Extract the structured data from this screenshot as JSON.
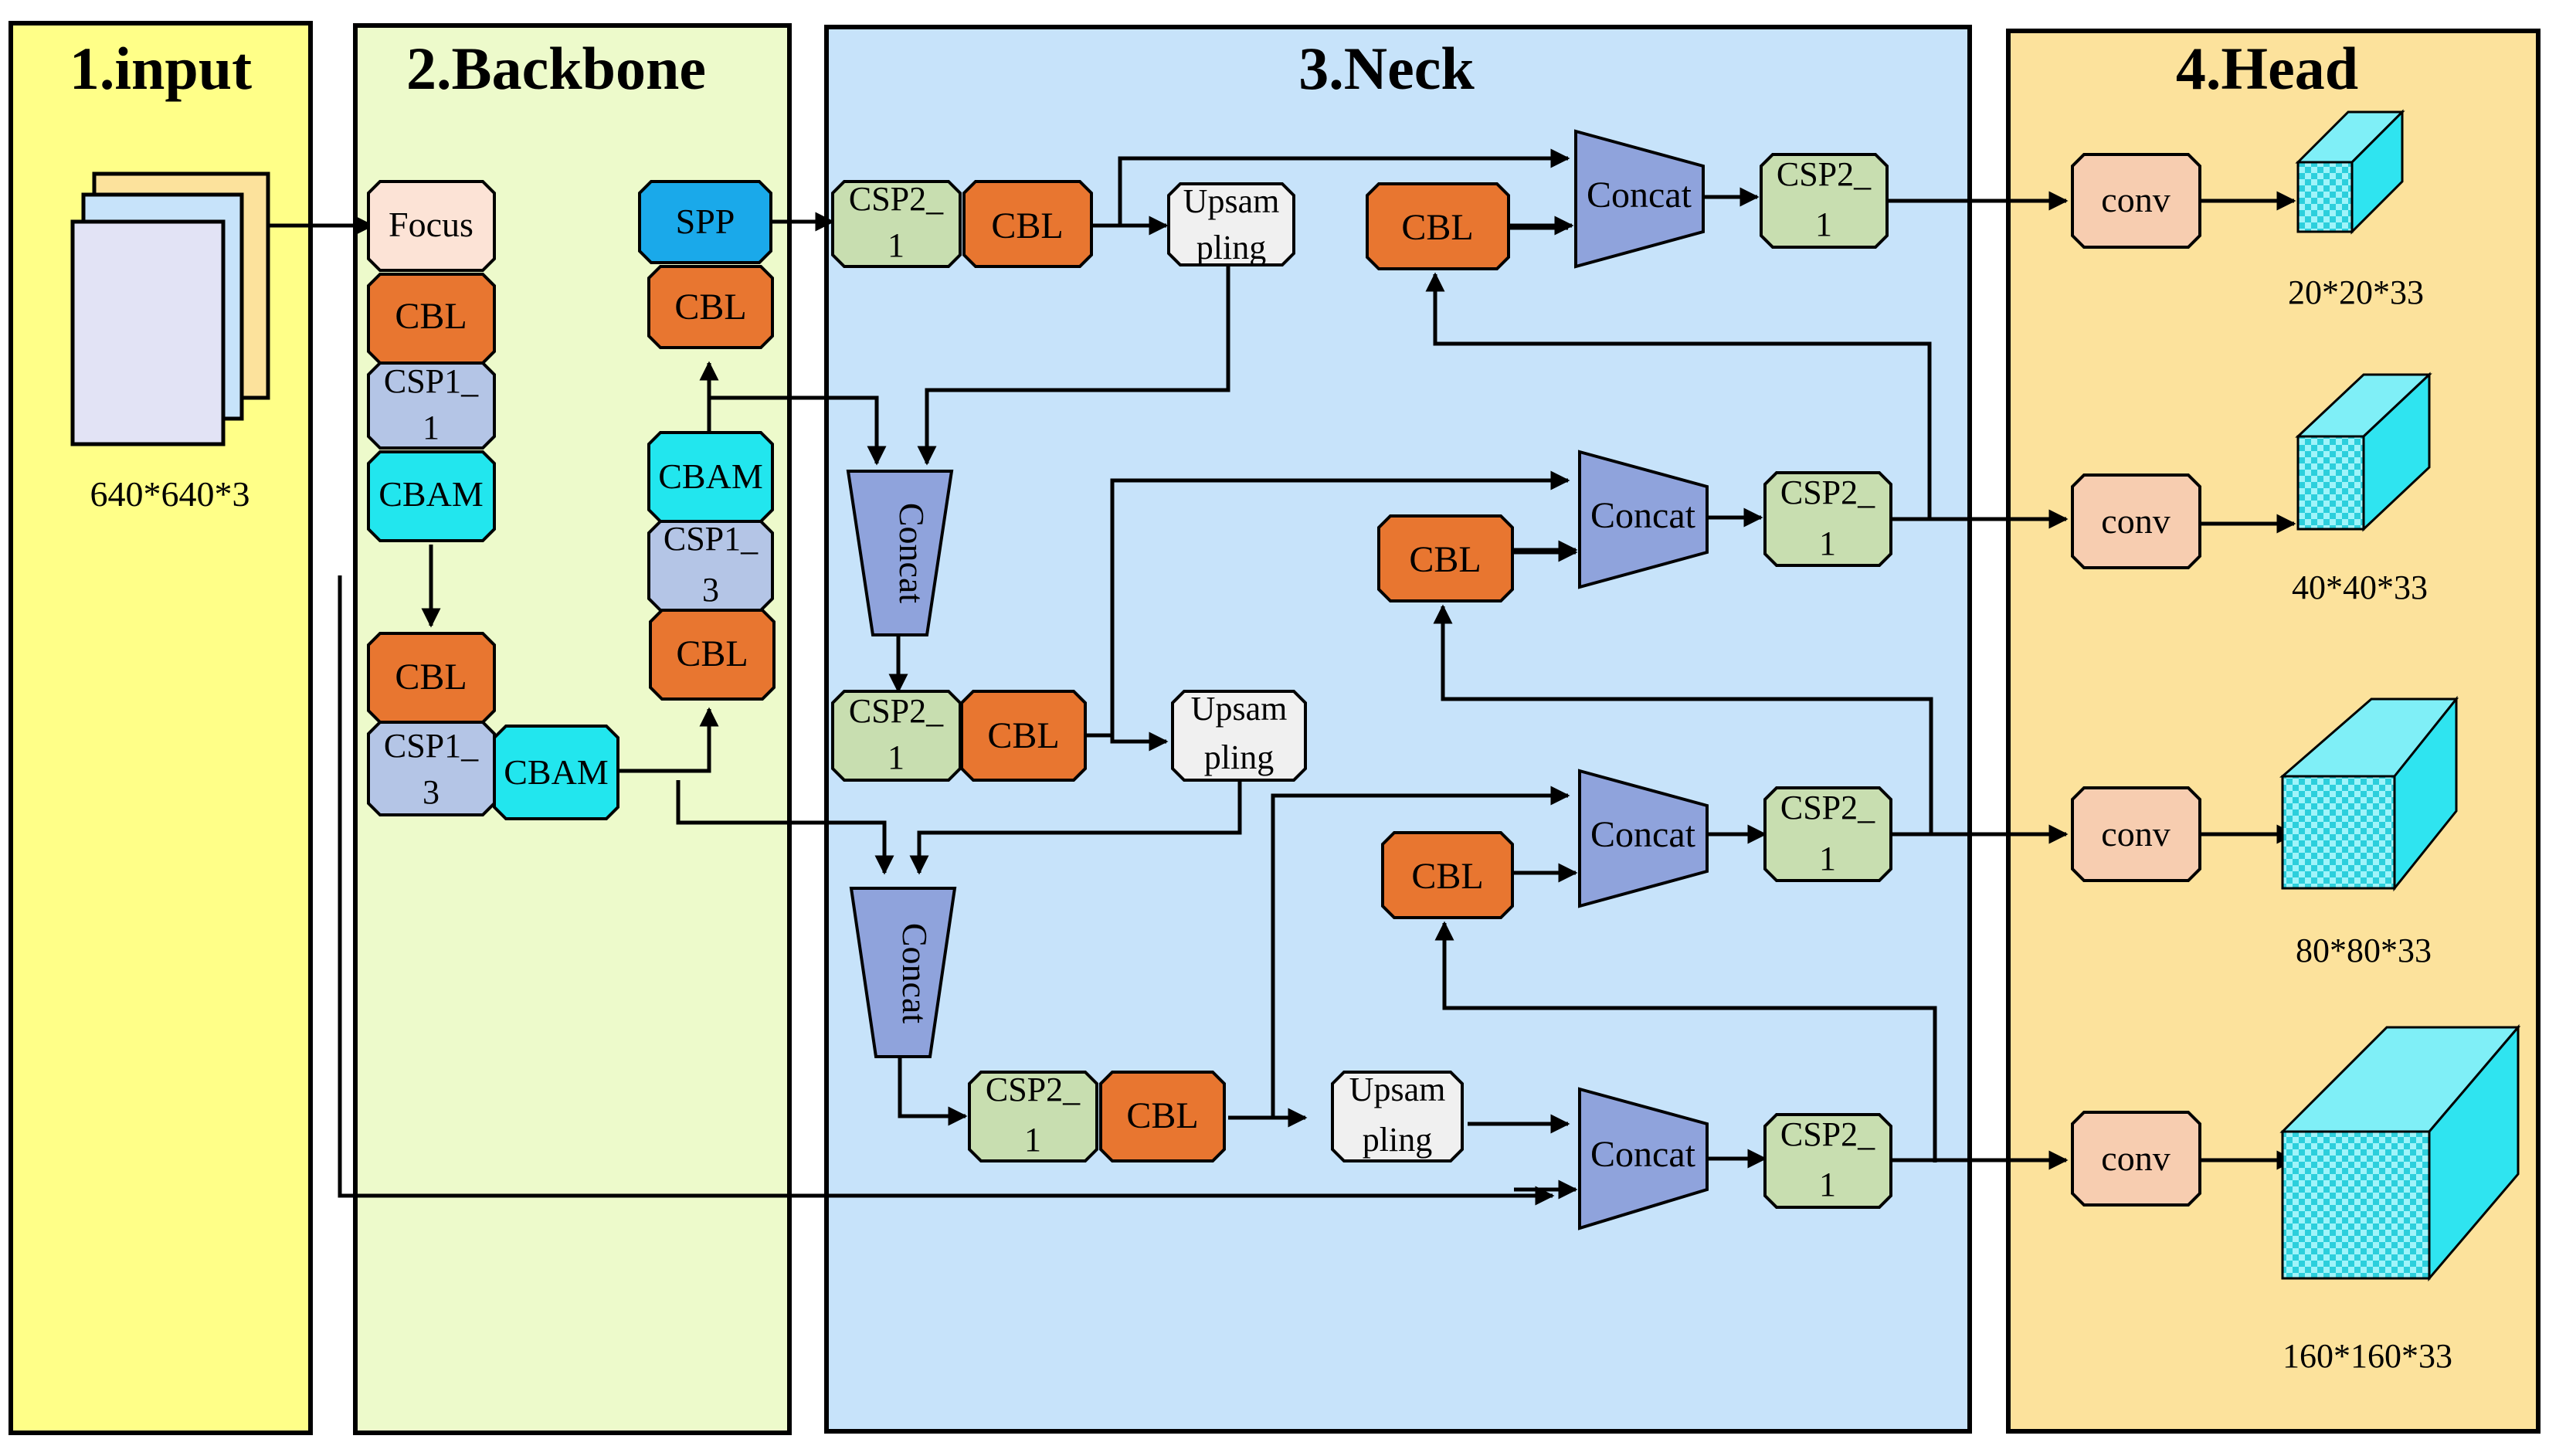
{
  "sections": {
    "input": "1.input",
    "backbone": "2.Backbone",
    "neck": "3.Neck",
    "head": "4.Head"
  },
  "input_size": "640*640*3",
  "labels": {
    "focus": "Focus",
    "cbl": "CBL",
    "csp1_1": [
      "CSP1_",
      "1"
    ],
    "csp1_3": [
      "CSP1_",
      "3"
    ],
    "csp2_1": [
      "CSP2_",
      "1"
    ],
    "cbam": "CBAM",
    "spp": "SPP",
    "upsampling": [
      "Upsam",
      "pling"
    ],
    "concat": "Concat",
    "conv": "conv"
  },
  "outputs": [
    "20*20*33",
    "40*40*33",
    "80*80*33",
    "160*160*33"
  ],
  "colors": {
    "input_bg": "#FFFF88",
    "backbone_bg": "#EDFACB",
    "neck_bg": "#C7E3FA",
    "head_bg": "#FCE29C",
    "focus": "#FCE3D6",
    "cbl": "#E87630",
    "csp": "#B4C5E6",
    "csp2": "#C8DEB0",
    "cbam": "#22E6EE",
    "spp": "#1AA9EA",
    "upsample": "#F0F0F0",
    "concat": "#8FA3DC",
    "conv": "#F7CDB0",
    "cube": "#2FE4F0"
  }
}
